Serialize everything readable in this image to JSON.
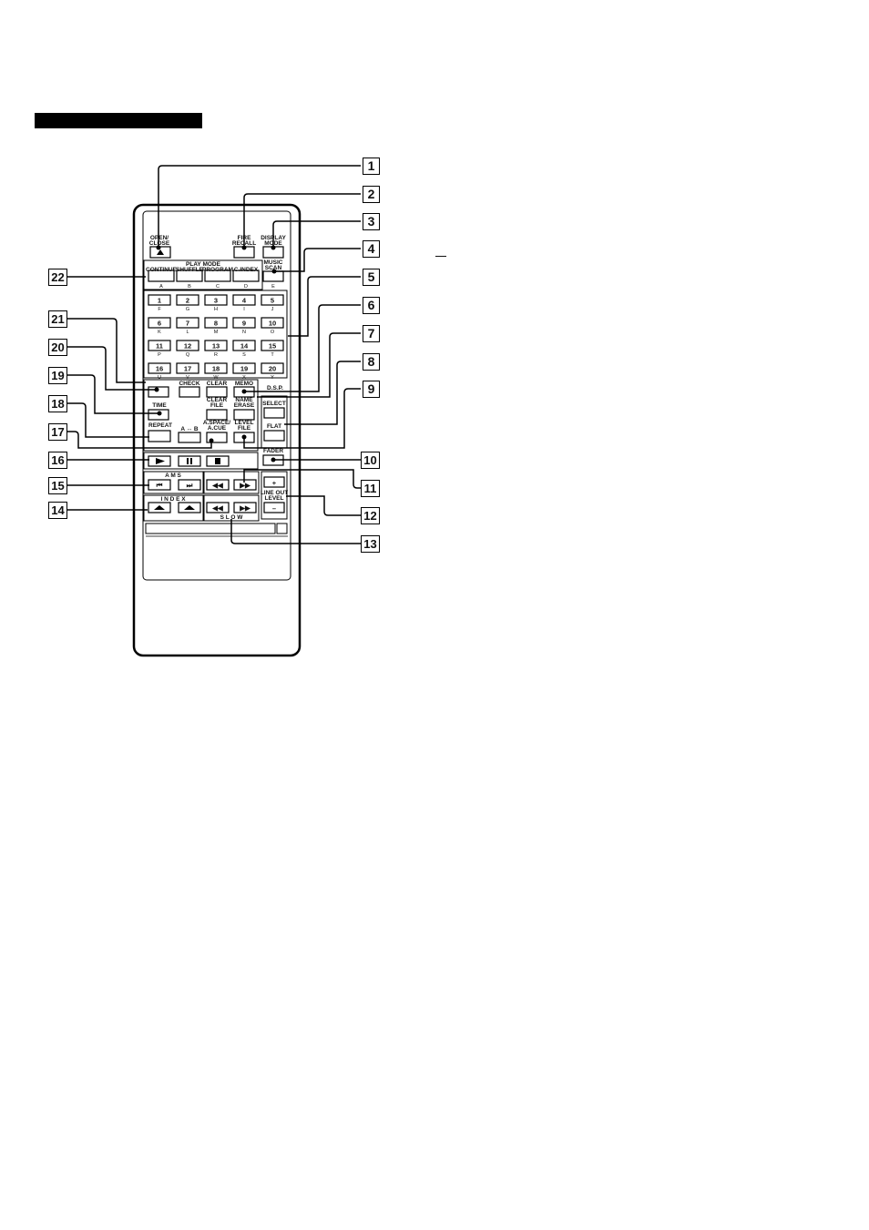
{
  "labels": {
    "open_close": [
      "OPEN/",
      "CLOSE"
    ],
    "fire_recall": [
      "FIRE",
      "RECALL"
    ],
    "display_mode": [
      "DISPLAY",
      "MODE"
    ],
    "play_mode": "PLAY MODE",
    "play_modes": [
      "CONTINUE",
      "SHUFFLE",
      "PROGRAM",
      "C.INDEX"
    ],
    "play_mode_letters": [
      "A",
      "B",
      "C",
      "D"
    ],
    "music_scan": [
      "MUSIC",
      "SCAN"
    ],
    "music_scan_letter": "E",
    "numbers": [
      "1",
      "2",
      "3",
      "4",
      "5",
      "6",
      "7",
      "8",
      "9",
      "10",
      "11",
      "12",
      "13",
      "14",
      "15",
      "16",
      "17",
      "18",
      "19",
      "20"
    ],
    "number_letters": [
      "F",
      "G",
      "H",
      "I",
      "J",
      "K",
      "L",
      "M",
      "N",
      "O",
      "P",
      "Q",
      "R",
      "S",
      "T",
      "U",
      "V",
      "W",
      "X",
      "Y"
    ],
    "check": "CHECK",
    "clear": "CLEAR",
    "memo": "MEMO",
    "dsp": "D.S.P.",
    "select": "SELECT",
    "flat": "FLAT",
    "time": "TIME",
    "clear_file": [
      "CLEAR",
      "FILE"
    ],
    "name_erase": [
      "NAME",
      "ERASE"
    ],
    "level_file": [
      "LEVEL",
      "FILE"
    ],
    "repeat": "REPEAT",
    "a_b": "A ↔ B",
    "a_space_cue": [
      "A.SPACE/",
      "A.CUE"
    ],
    "fader": "FADER",
    "ams": "A M S",
    "index": "I N D E X",
    "slow": "S L O W",
    "line_out_level": [
      "LINE OUT",
      "LEVEL"
    ],
    "plus": "+",
    "minus": "–",
    "icons": [
      "play-icon",
      "pause-icon",
      "stop-icon",
      "rewind-icon",
      "fast-forward-icon",
      "skip-back-icon",
      "skip-forward-icon",
      "index-up-icon",
      "eject-icon"
    ]
  },
  "callouts": [
    "1",
    "2",
    "3",
    "4",
    "5",
    "6",
    "7",
    "8",
    "9",
    "10",
    "11",
    "12",
    "13",
    "14",
    "15",
    "16",
    "17",
    "18",
    "19",
    "20",
    "21",
    "22"
  ]
}
